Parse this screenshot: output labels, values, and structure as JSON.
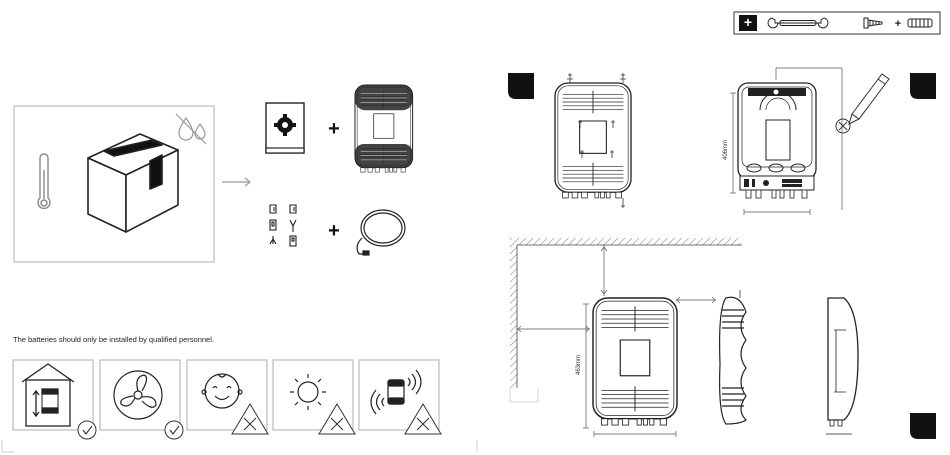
{
  "warning_text": "The batteries should only be installed by qualified personnel.",
  "dimension_height_left": "406mm",
  "dimension_height_bottom": "463mm",
  "toolbar": {
    "plus_symbol": "+",
    "tools": [
      "wrench-icon",
      "screw-icon",
      "wall-plug-icon"
    ],
    "joiner": "+"
  },
  "step_markers": [
    "step-marker-1",
    "step-marker-2",
    "step-marker-3"
  ],
  "conditions": [
    {
      "icon": "indoor-house-icon",
      "status": "allowed"
    },
    {
      "icon": "ventilation-fan-icon",
      "status": "allowed"
    },
    {
      "icon": "child-face-icon",
      "status": "not-allowed"
    },
    {
      "icon": "sunlight-icon",
      "status": "not-allowed"
    },
    {
      "icon": "vibration-icon",
      "status": "not-allowed"
    }
  ],
  "colors": {
    "line": "#222222",
    "panel_border": "#bbbbbb",
    "marker": "#111111"
  }
}
